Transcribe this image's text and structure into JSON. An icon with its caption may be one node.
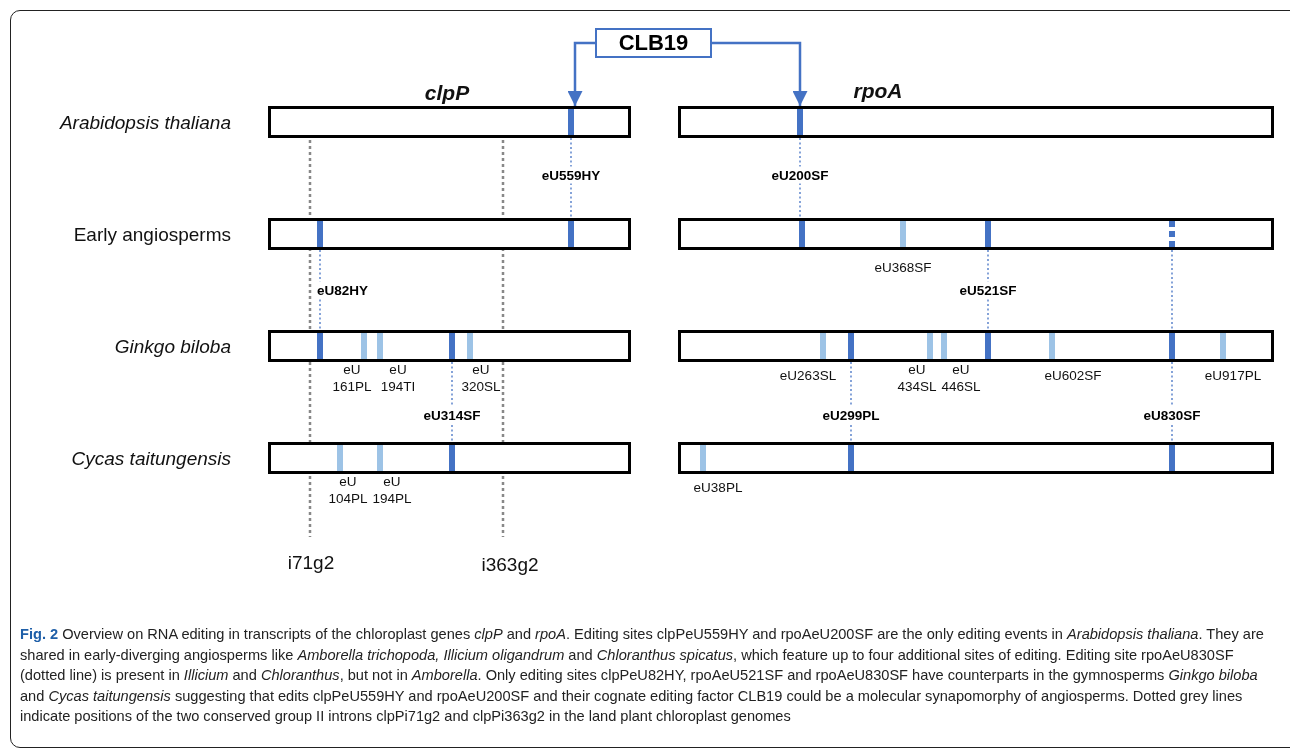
{
  "diagram": {
    "caption": "**Fig. 2** Overview on RNA editing in transcripts of the chloroplast genes *clpP* and *rpoA*. Editing sites clpPeU559HY and rpoAeU200SF are the only editing events in *Arabidopsis thaliana*. They are shared in early-diverging angiosperms like *Amborella trichopoda, Illicium oligandrum* and *Chloranthus spicatus*, which feature up to four additional sites of editing. Editing site rpoAeU830SF (dotted line) is present in *Illicium* and *Chloranthus*, but not in *Amborella*. Only editing sites clpPeU82HY, rpoAeU521SF and rpoAeU830SF have counterparts in the gymnosperms *Ginkgo biloba* and *Cycas taitungensis* suggesting that edits clpPeU559HY and rpoAeU200SF and their cognate editing factor CLB19 could be a molecular synapomorphy of angiosperms. Dotted grey lines indicate positions of the two conserved group II introns clpPi71g2 and clpPi363g2 in the land plant chloroplast genomes",
    "nodes": [
      {
        "text": [
          "CLB19"
        ]
      },
      {
        "text": [],
        "shape": "bar"
      },
      {
        "text": [],
        "shape": "bar"
      },
      {
        "text": [],
        "shape": "bar"
      },
      {
        "text": [],
        "shape": "bar"
      },
      {
        "text": [],
        "shape": "bar"
      },
      {
        "text": [],
        "shape": "bar"
      },
      {
        "text": [],
        "shape": "bar"
      },
      {
        "text": [],
        "shape": "bar"
      }
    ],
    "edges": [
      {
        "from": 0,
        "to": 1,
        "arrow": "to"
      },
      {
        "from": 0,
        "to": 2,
        "arrow": "to"
      },
      {
        "from": 1,
        "to": 3,
        "arrow": "none",
        "style": "dashed",
        "label": "eU559HY"
      },
      {
        "from": 2,
        "to": 4,
        "arrow": "none",
        "style": "dashed",
        "label": "eU200SF"
      },
      {
        "from": 3,
        "to": 5,
        "arrow": "none",
        "style": "dashed",
        "label": "eU82HY"
      },
      {
        "from": 4,
        "to": 6,
        "arrow": "none",
        "style": "dashed",
        "label": "eU521SF"
      },
      {
        "from": 4,
        "to": 6,
        "arrow": "none",
        "style": "dashed"
      },
      {
        "from": 5,
        "to": 7,
        "arrow": "none",
        "style": "dashed",
        "label": "eU314SF"
      },
      {
        "from": 6,
        "to": 8,
        "arrow": "none",
        "style": "dashed",
        "label": "eU299PL"
      },
      {
        "from": 6,
        "to": 8,
        "arrow": "none",
        "style": "dashed",
        "label": "eU830SF"
      }
    ],
    "labels": [
      "clpP",
      "rpoA",
      "Arabidopsis thaliana",
      "Early angiosperms",
      "eU368SF",
      "Ginkgo biloba",
      "eU 161PL",
      "eU 194TI",
      "eU 320SL",
      "eU263SL",
      "eU 434SL",
      "eU 446SL",
      "eU602SF",
      "eU917PL",
      "Cycas taitungensis",
      "eU 104PL",
      "eU 194PL",
      "eU38PL",
      "i71g2",
      "i363g2"
    ]
  }
}
